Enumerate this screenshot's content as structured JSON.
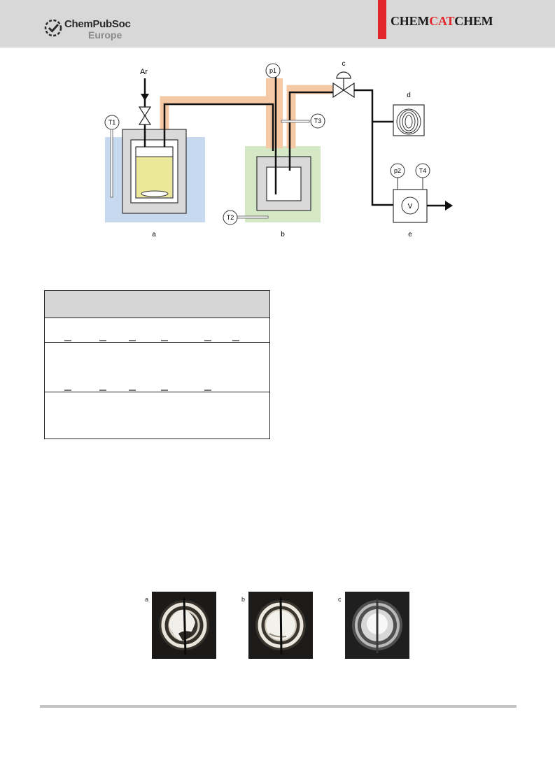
{
  "header": {
    "publisher_name": "ChemPubSoc",
    "publisher_sub": "Europe",
    "journal_prefix": "CHEM",
    "journal_accent": "CAT",
    "journal_suffix": "CHEM",
    "accent_color": "#e3262b"
  },
  "scheme": {
    "gas_label": "Ar",
    "sensors": {
      "t1": "T1",
      "t2": "T2",
      "t3": "T3",
      "p1": "p1",
      "p2": "p2",
      "t4": "T4",
      "meter": "V"
    },
    "panel_labels": {
      "a": "a",
      "b": "b",
      "c": "c",
      "d": "d",
      "e": "e"
    },
    "colors": {
      "water_bath": "#c6d9ee",
      "heated_chamber": "#d4e8c6",
      "heated_line": "#f5c9a6",
      "liquid": "#ebe89a",
      "insulation": "#d9d9d9"
    }
  },
  "photos": {
    "labels": [
      "a",
      "b",
      "c"
    ]
  }
}
